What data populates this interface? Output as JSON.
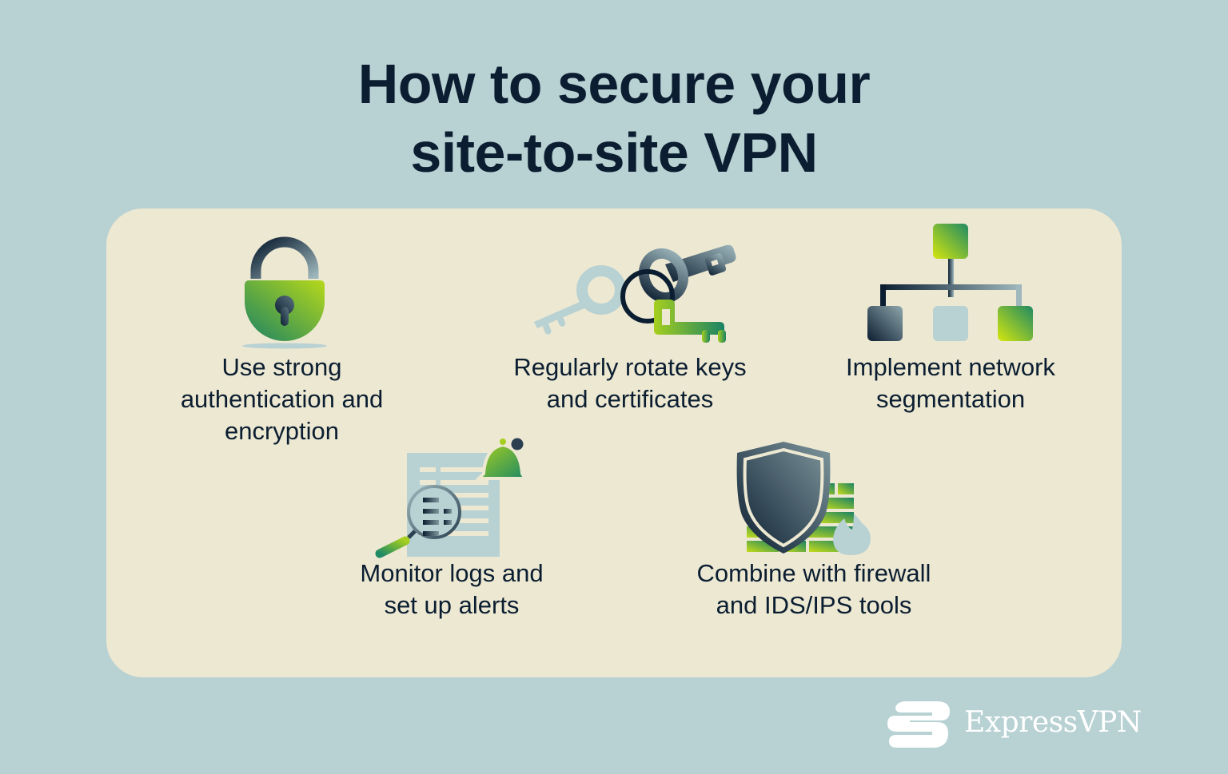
{
  "title": {
    "line1": "How to secure your",
    "line2": "site-to-site VPN"
  },
  "colors": {
    "background": "#b8d1d3",
    "card": "#ede8d2",
    "text": "#0b1e31",
    "green_light": "#c4dc1a",
    "green_dark": "#1f8a64",
    "slate_dark": "#0b1e31",
    "slate_light": "#b8d1d3"
  },
  "items": [
    {
      "icon": "padlock-icon",
      "label_lines": [
        "Use strong",
        "authentication and",
        "encryption"
      ]
    },
    {
      "icon": "keys-icon",
      "label_lines": [
        "Regularly rotate keys",
        "and certificates"
      ]
    },
    {
      "icon": "network-hierarchy-icon",
      "label_lines": [
        "Implement network",
        "segmentation"
      ]
    },
    {
      "icon": "log-magnifier-bell-icon",
      "label_lines": [
        "Monitor logs and",
        "set up alerts"
      ]
    },
    {
      "icon": "shield-firewall-icon",
      "label_lines": [
        "Combine with firewall",
        "and IDS/IPS tools"
      ]
    }
  ],
  "brand": {
    "name": "ExpressVPN",
    "icon": "expressvpn-logo-icon"
  }
}
